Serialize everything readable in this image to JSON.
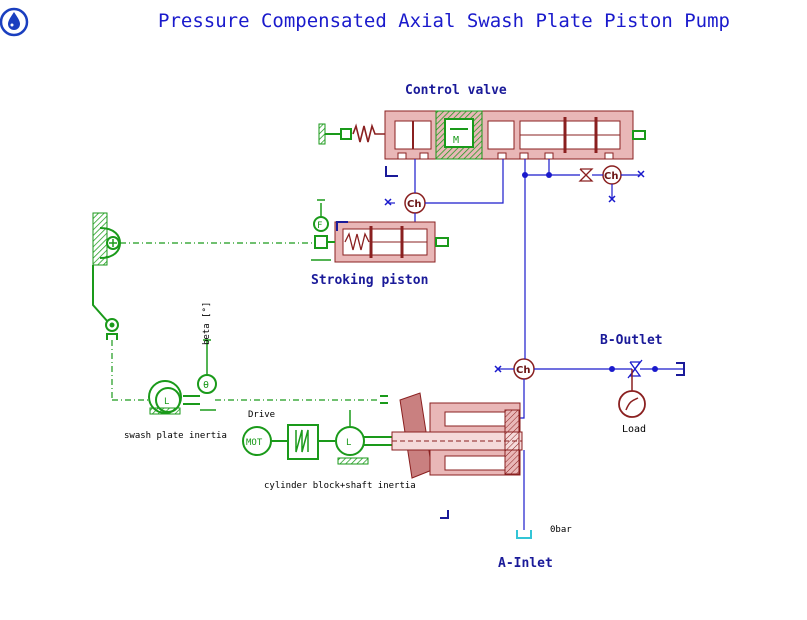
{
  "title": "Pressure Compensated Axial Swash Plate Piston Pump",
  "labels": {
    "control_valve": "Control valve",
    "stroking_piston": "Stroking piston",
    "b_outlet": "B-Outlet",
    "a_inlet": "A-Inlet",
    "load": "Load",
    "drive": "Drive",
    "swash_plate_inertia": "swash plate inertia",
    "cylinder_block_shaft_inertia": "cylinder block+shaft inertia",
    "beta": "beta [°]",
    "zero_bar": "0bar",
    "mot": "MOT",
    "ch": "Ch",
    "m": "M",
    "f": "F",
    "l": "L"
  },
  "colors": {
    "title": "#1a1acc",
    "hydraulic_line": "#1a1acc",
    "mechanical": "#1a9a1a",
    "component_fill": "#e9b7b7",
    "component_dark": "#8a2020",
    "tank": "#1a1a99",
    "inlet_tank": "#33c5d6"
  },
  "icons": {
    "app_logo": "water-drop-icon"
  }
}
